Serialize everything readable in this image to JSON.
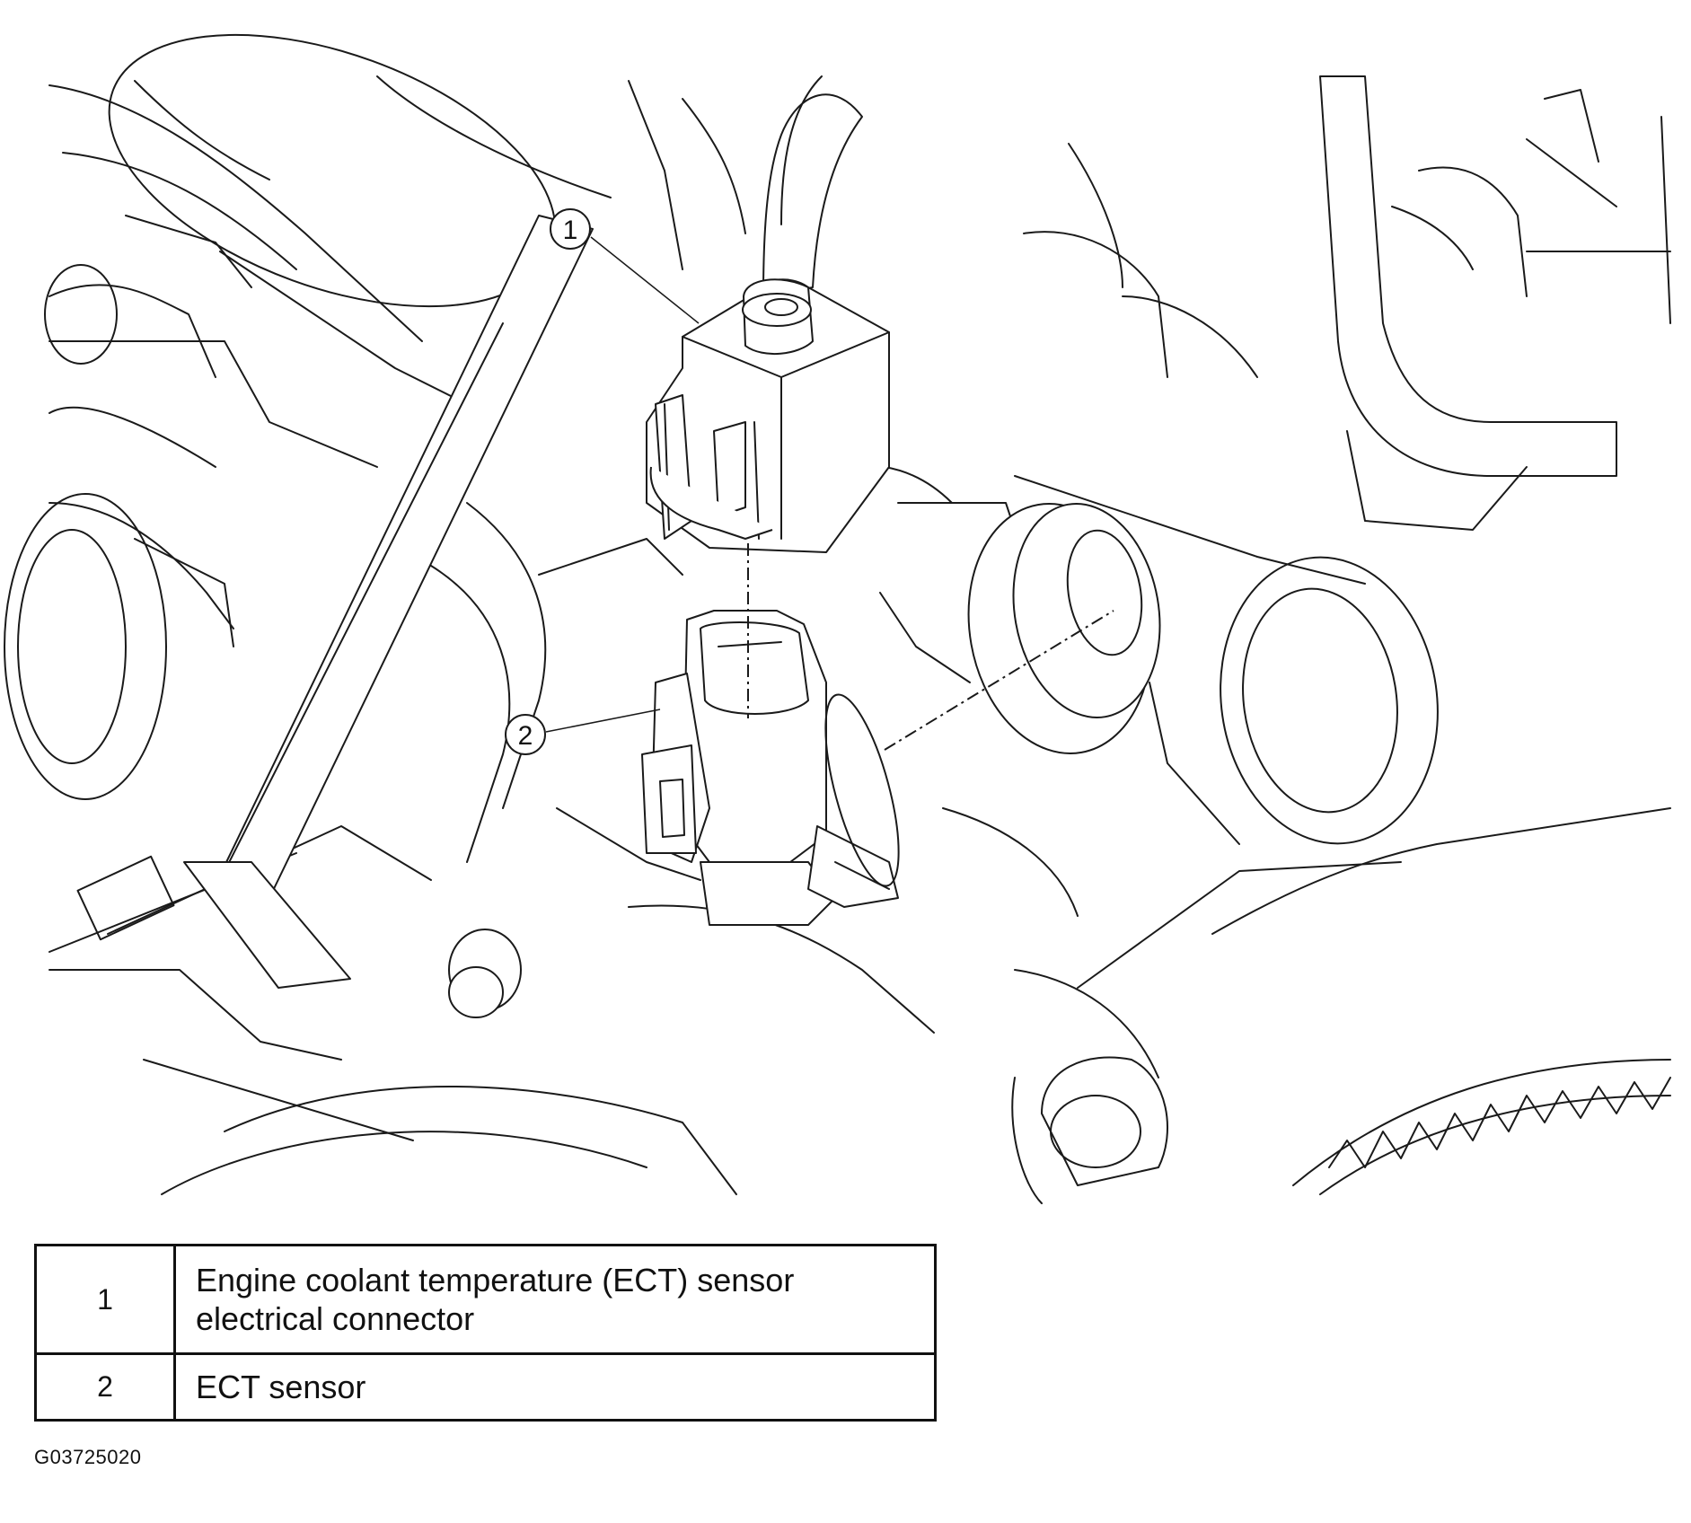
{
  "callouts": [
    {
      "number": "1"
    },
    {
      "number": "2"
    }
  ],
  "legend": [
    {
      "number": "1",
      "description": "Engine coolant temperature (ECT) sensor electrical connector"
    },
    {
      "number": "2",
      "description": "ECT sensor"
    }
  ],
  "figure_code": "G03725020"
}
